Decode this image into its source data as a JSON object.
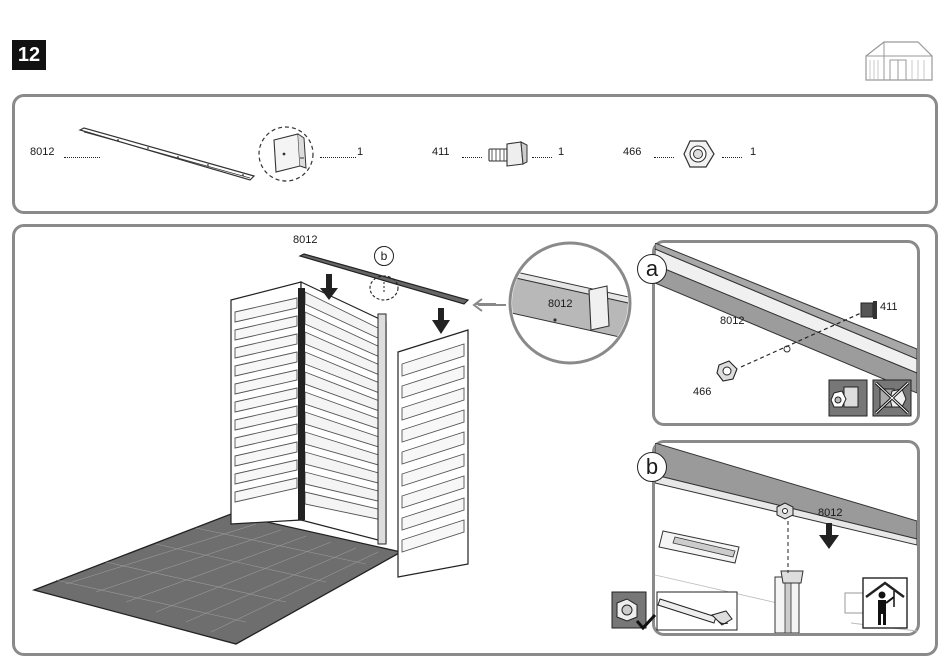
{
  "step": {
    "number": "12"
  },
  "parts": [
    {
      "code": "8012",
      "qty": "1"
    },
    {
      "code": "411",
      "qty": "1"
    },
    {
      "code": "466",
      "qty": "1"
    }
  ],
  "main": {
    "part_label": "8012",
    "callout_letter": "b",
    "zoom_label": "8012"
  },
  "detail_a": {
    "letter": "a",
    "beam_label": "8012",
    "bolt_label": "411",
    "nut_label": "466"
  },
  "detail_b": {
    "letter": "b",
    "beam_label": "8012"
  },
  "icons": [
    "shed-icon",
    "bracket-icon",
    "bolt-icon",
    "nut-icon",
    "arrow-down-icon",
    "check-icon",
    "cross-icon",
    "person-icon"
  ],
  "colors": {
    "panel_border": "#8a8a8a",
    "beam_gray": "#9a9a9a",
    "badge_bg": "#111111"
  }
}
